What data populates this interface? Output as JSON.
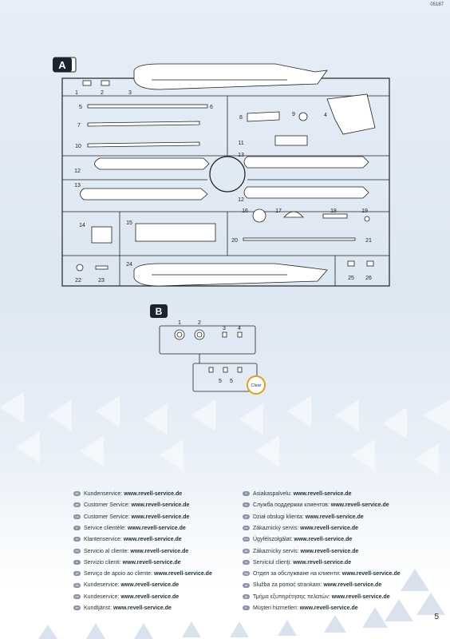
{
  "doc_code": "05187",
  "page_number": "5",
  "sprue_a": {
    "label": "A",
    "parts": [
      "1",
      "2",
      "3",
      "4",
      "5",
      "6",
      "7",
      "8",
      "9",
      "10",
      "11",
      "12",
      "13",
      "13",
      "12",
      "14",
      "15",
      "16",
      "17",
      "18",
      "19",
      "20",
      "21",
      "22",
      "23",
      "24",
      "25",
      "26"
    ]
  },
  "sprue_b": {
    "label": "B",
    "parts": [
      "1",
      "2",
      "3",
      "4",
      "5",
      "5"
    ],
    "badge": "Clear"
  },
  "services_left": [
    {
      "lang": "de",
      "label": "Kundenservice:",
      "url": "www.revell-service.de"
    },
    {
      "lang": "gb",
      "label": "Customer Service:",
      "url": "www.revell-service.de"
    },
    {
      "lang": "us",
      "label": "Customer Service:",
      "url": "www.revell-service.de"
    },
    {
      "lang": "fr",
      "label": "Service clientèle:",
      "url": "www.revell-service.de"
    },
    {
      "lang": "nl",
      "label": "Klantenservice:",
      "url": "www.revell-service.de"
    },
    {
      "lang": "es",
      "label": "Servicio al cliente:",
      "url": "www.revell-service.de"
    },
    {
      "lang": "it",
      "label": "Servizio clienti:",
      "url": "www.revell-service.de"
    },
    {
      "lang": "pt",
      "label": "Serviço de apoio ao cliente:",
      "url": "www.revell-service.de"
    },
    {
      "lang": "dk",
      "label": "Kundeservice:",
      "url": "www.revell-service.de"
    },
    {
      "lang": "no",
      "label": "Kundeservice:",
      "url": "www.revell-service.de"
    },
    {
      "lang": "se",
      "label": "Kundtjänst:",
      "url": "www.revell-service.de"
    }
  ],
  "services_right": [
    {
      "lang": "fi",
      "label": "Asiakaspalvelu:",
      "url": "www.revell-service.de"
    },
    {
      "lang": "ru",
      "label": "Служба поддержки клиентов:",
      "url": "www.revell-service.de"
    },
    {
      "lang": "pl",
      "label": "Dział obsługi klienta:",
      "url": "www.revell-service.de"
    },
    {
      "lang": "cz",
      "label": "Zákaznický servis:",
      "url": "www.revell-service.de"
    },
    {
      "lang": "hu",
      "label": "Ügyfélszolgálat:",
      "url": "www.revell-service.de"
    },
    {
      "lang": "sk",
      "label": "Zákaznícky servis:",
      "url": "www.revell-service.de"
    },
    {
      "lang": "ro",
      "label": "Serviciul clienţi:",
      "url": "www.revell-service.de"
    },
    {
      "lang": "bg",
      "label": "Отдел за обслужване на клиенти:",
      "url": "www.revell-service.de"
    },
    {
      "lang": "hr",
      "label": "Služba za pomoć strankam:",
      "url": "www.revell-service.de"
    },
    {
      "lang": "gr",
      "label": "Τμήμα εξυπηρέτησης πελατών:",
      "url": "www.revell-service.de"
    },
    {
      "lang": "tr",
      "label": "Müşteri hizmetleri:",
      "url": "www.revell-service.de"
    }
  ]
}
